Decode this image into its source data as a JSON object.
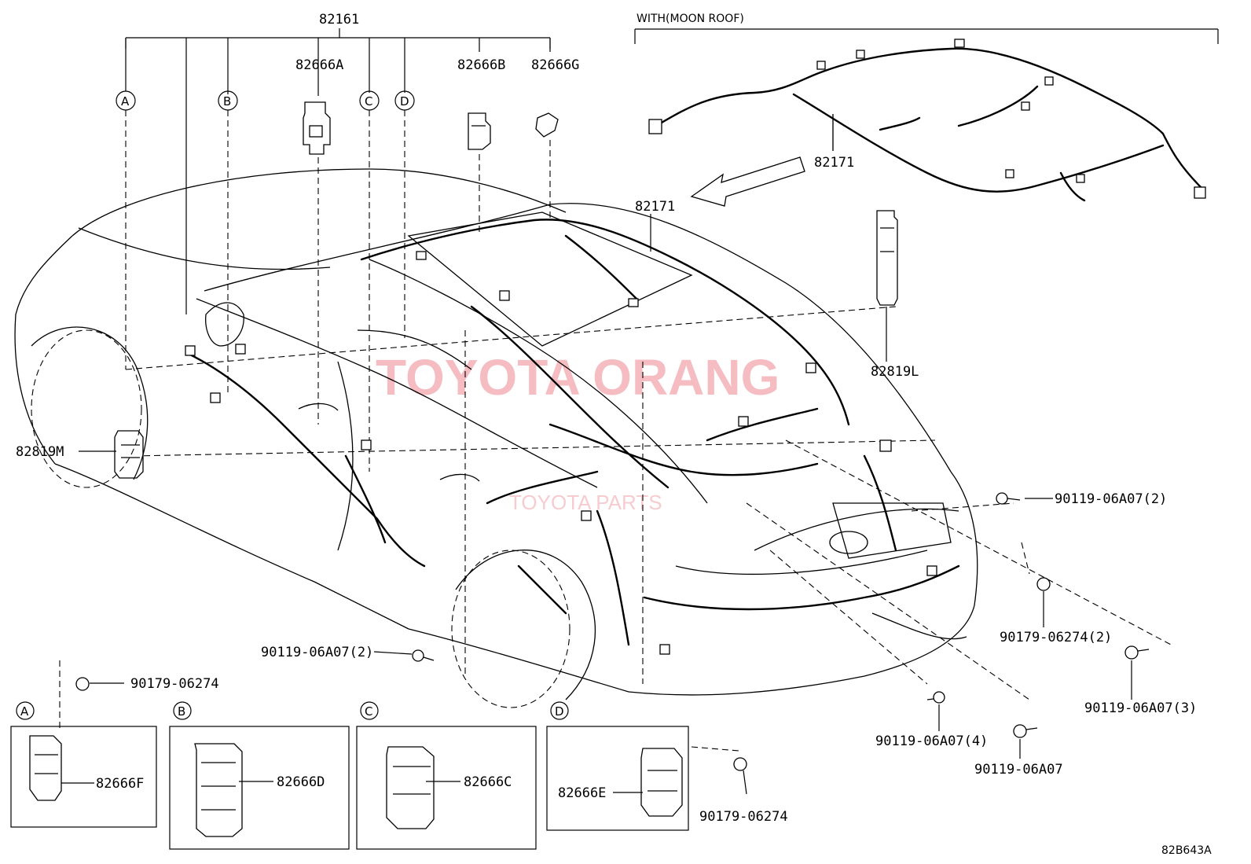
{
  "diagram_code": "82B643A",
  "moon_roof_caption": "WITH(MOON ROOF)",
  "watermark": {
    "line1": "TOYOTA ORANG",
    "line2": "TOYOTA PARTS"
  },
  "callouts": {
    "A": "A",
    "B": "B",
    "C": "C",
    "D": "D"
  },
  "labels": {
    "main_harness": "82161",
    "roof_harness_moonroof": "82171",
    "roof_harness": "82171",
    "block_82666A": "82666A",
    "block_82666B": "82666B",
    "block_82666G": "82666G",
    "connector_82819L": "82819L",
    "connector_82819M": "82819M",
    "bolt_right_upper": "90119-06A07(2)",
    "nut_right_1": "90179-06274(2)",
    "bolt_right_3": "90119-06A07(3)",
    "bolt_center_4": "90119-06A07(4)",
    "bolt_lower_right": "90119-06A07",
    "bolt_center_left": "90119-06A07(2)",
    "nut_inset_A": "90179-06274",
    "nut_inset_D": "90179-06274",
    "block_82666F": "82666F",
    "block_82666D": "82666D",
    "block_82666C": "82666C",
    "block_82666E": "82666E"
  }
}
